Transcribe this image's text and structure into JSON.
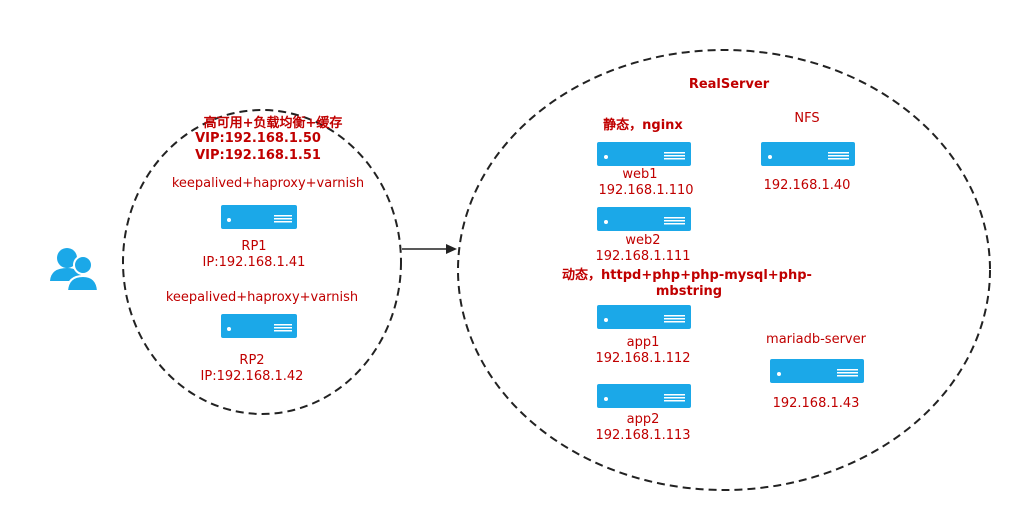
{
  "colors": {
    "text": "#c00000",
    "server": "#1ba8e8",
    "server_detail": "#ffffff",
    "user_icon": "#1ba8e8",
    "border": "#222222"
  },
  "left_group": {
    "title": "高可用+负载均衡+缓存",
    "vip1": "VIP:192.168.1.50",
    "vip2": "VIP:192.168.1.51",
    "rp1": {
      "software": "keepalived+haproxy+varnish",
      "name": "RP1",
      "ip": "IP:192.168.1.41"
    },
    "rp2": {
      "software": "keepalived+haproxy+varnish",
      "name": "RP2",
      "ip": "IP:192.168.1.42"
    }
  },
  "right_group": {
    "title": "RealServer",
    "static_label": "静态，nginx",
    "dynamic_label_line1": "动态，httpd+php+php-mysql+php-",
    "dynamic_label_line2": "mbstring",
    "web1": {
      "name": "web1",
      "ip": "192.168.1.110"
    },
    "web2": {
      "name": "web2",
      "ip": "192.168.1.111"
    },
    "app1": {
      "name": "app1",
      "ip": "192.168.1.112"
    },
    "app2": {
      "name": "app2",
      "ip": "192.168.1.113"
    },
    "nfs": {
      "name": "NFS",
      "ip": "192.168.1.40"
    },
    "mariadb": {
      "name": "mariadb-server",
      "ip": "192.168.1.43"
    }
  },
  "icons": {
    "user": "users-icon",
    "server": "server-icon",
    "arrow": "arrow-right-icon"
  }
}
